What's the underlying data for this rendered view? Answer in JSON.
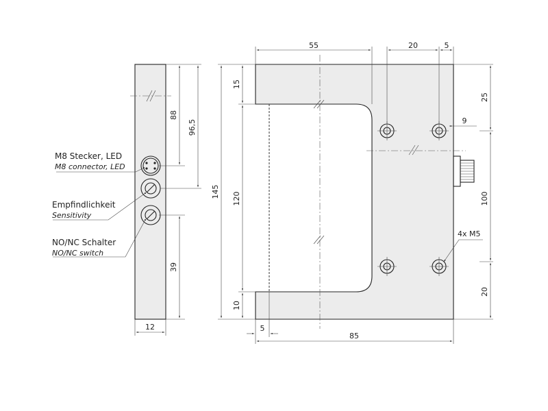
{
  "labels": {
    "m8_de": "M8 Stecker, LED",
    "m8_en": "M8 connector, LED",
    "sens_de": "Empfindlichkeit",
    "sens_en": "Sensitivity",
    "nonc_de": "NO/NC Schalter",
    "nonc_en": "NO/NC switch",
    "thread": "4x M5"
  },
  "dims": {
    "side_88": "88",
    "side_96_5": "96,5",
    "side_39": "39",
    "side_12": "12",
    "front_145": "145",
    "front_15": "15",
    "front_120": "120",
    "front_10": "10",
    "front_55": "55",
    "front_20_top": "20",
    "front_5_top": "5",
    "front_25": "25",
    "front_9": "9",
    "front_100": "100",
    "front_20_right": "20",
    "front_5_bottom": "5",
    "front_85": "85"
  }
}
